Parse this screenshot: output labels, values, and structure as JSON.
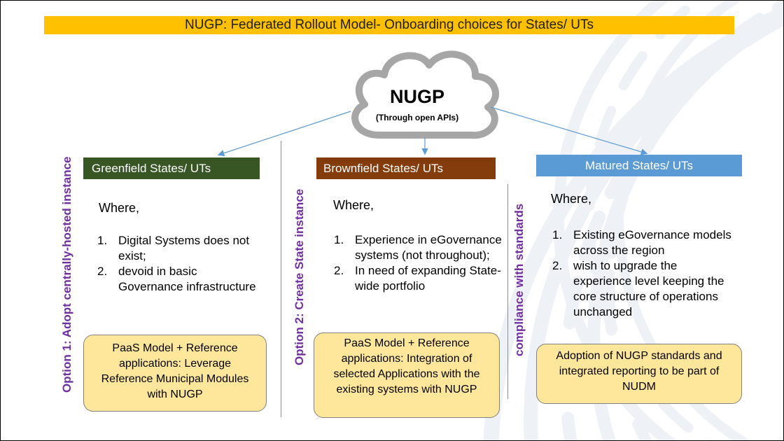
{
  "title": "NUGP: Federated Rollout Model- Onboarding choices for States/ UTs",
  "cloud": {
    "title": "NUGP",
    "subtitle": "(Through open APIs)"
  },
  "columns": [
    {
      "option_label": "Option 1: Adopt centrally-hosted instance",
      "header": "Greenfield States/ UTs",
      "color": "#375623",
      "where": "Where,",
      "items": [
        {
          "num": "1.",
          "text": "Digital Systems does not exist;"
        },
        {
          "num": "2.",
          "text": "devoid in basic Governance infrastructure"
        }
      ],
      "box": "PaaS Model + Reference applications: Leverage Reference Municipal Modules with NUGP"
    },
    {
      "option_label": "Option 2: Create State instance",
      "header": "Brownfield States/ UTs",
      "color": "#843c0c",
      "where": "Where,",
      "items": [
        {
          "num": "1.",
          "text": "Experience in eGovernance systems (not throughout);"
        },
        {
          "num": "2.",
          "text": "In need of expanding State-wide portfolio"
        }
      ],
      "box": "PaaS Model + Reference applications: Integration of selected Applications with the existing systems with NUGP"
    },
    {
      "option_label": "compliance with standards",
      "header": "Matured States/ UTs",
      "color": "#5b9bd5",
      "where": "Where,",
      "items": [
        {
          "num": "1.",
          "text": "Existing eGovernance models across the region"
        },
        {
          "num": "2.",
          "text": "wish to upgrade the experience level keeping the core structure of operations unchanged"
        }
      ],
      "box": "Adoption of NUGP standards and integrated reporting to be part of NUDM"
    }
  ],
  "colors": {
    "title_bar": "#ffc000",
    "option_text": "#7030a0",
    "box_fill": "#fee69a",
    "connector": "#5b9bd5"
  }
}
